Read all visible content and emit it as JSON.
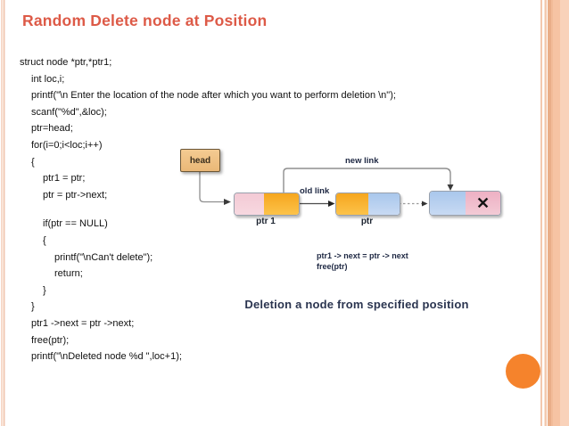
{
  "slide": {
    "title": "Random Delete node at Position"
  },
  "code": {
    "lines": [
      {
        "indent": 0,
        "text": "struct node *ptr,*ptr1;"
      },
      {
        "indent": 1,
        "text": "int loc,i;"
      },
      {
        "indent": 1,
        "text": "printf(\"\\n Enter the location of the node after which you want to perform deletion \\n\");"
      },
      {
        "indent": 1,
        "text": "scanf(\"%d\",&loc);"
      },
      {
        "indent": 1,
        "text": "ptr=head;"
      },
      {
        "indent": 1,
        "text": "for(i=0;i<loc;i++)"
      },
      {
        "indent": 1,
        "text": "{"
      },
      {
        "indent": 2,
        "text": "ptr1 = ptr;"
      },
      {
        "indent": 2,
        "text": "ptr = ptr->next;"
      },
      {
        "indent": 0,
        "text": ""
      },
      {
        "indent": 2,
        "text": "if(ptr == NULL)"
      },
      {
        "indent": 2,
        "text": "{"
      },
      {
        "indent": 3,
        "text": "printf(\"\\nCan't delete\");"
      },
      {
        "indent": 3,
        "text": "return;"
      },
      {
        "indent": 2,
        "text": "}"
      },
      {
        "indent": 1,
        "text": "}"
      },
      {
        "indent": 1,
        "text": "ptr1 ->next = ptr ->next;"
      },
      {
        "indent": 1,
        "text": "free(ptr);"
      },
      {
        "indent": 1,
        "text": "printf(\"\\nDeleted node %d \",loc+1);"
      }
    ]
  },
  "diagram": {
    "head_label": "head",
    "node1_label": "ptr 1",
    "node2_label": "ptr",
    "old_link_label": "old link",
    "new_link_label": "new link",
    "delete_mark": "✕",
    "op_line1": "ptr1 -> next = ptr -> next",
    "op_line2": "free(ptr)",
    "caption": "Deletion a node from specified position"
  },
  "colors": {
    "title": "#dd5a47",
    "head_box_fill": "#eab877",
    "node_pink": "#f3cad5",
    "node_orange_end": "#fcc34a",
    "node_blue_start": "#a9c7ec",
    "node_blue_end": "#c8daf3",
    "label_navy": "#1d2742",
    "accent_circle": "#f5832c",
    "stripe_peach": "#f6c3a3"
  }
}
